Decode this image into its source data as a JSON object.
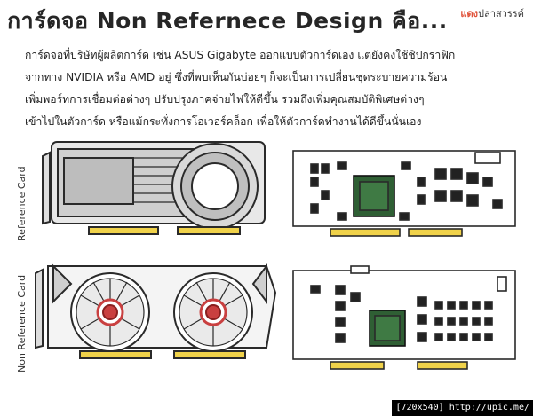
{
  "title": "การ์ดจอ Non Refernece Design คือ...",
  "brand": {
    "accent": "แดง",
    "rest": "ปลาสวรรค์"
  },
  "paragraph": [
    "การ์ดจอที่บริษัทผู้ผลิตการ์ด เช่น ASUS Gigabyte ออกแบบตัวการ์ดเอง แต่ยังคงใช้ชิปกราฟิก",
    "จากทาง NVIDIA หรือ AMD อยู่ ซึ่งที่พบเห็นกันบ่อยๆ ก็จะเป็นการเปลี่ยนชุดระบายความร้อน",
    "เพิ่มพอร์ทการเชื่อมต่อต่างๆ ปรับปรุงภาคจ่ายไฟให้ดีขึ้น รวมถึงเพิ่มคุณสมบัติพิเศษต่างๆ",
    "เข้าไปในตัวการ์ด หรือแม้กระทั่งการโอเวอร์คล็อก เพื่อให้ตัวการ์ดทำงานได้ดีขึ้นนั่นเอง"
  ],
  "labels": {
    "reference": "Reference Card",
    "non_reference": "Non Reference Card"
  },
  "footer": "[720x540] http://upic.me/",
  "colors": {
    "accent": "#e0523a",
    "ink": "#262626",
    "chip_green": "#2f5f34",
    "fan_red": "#c94040"
  }
}
